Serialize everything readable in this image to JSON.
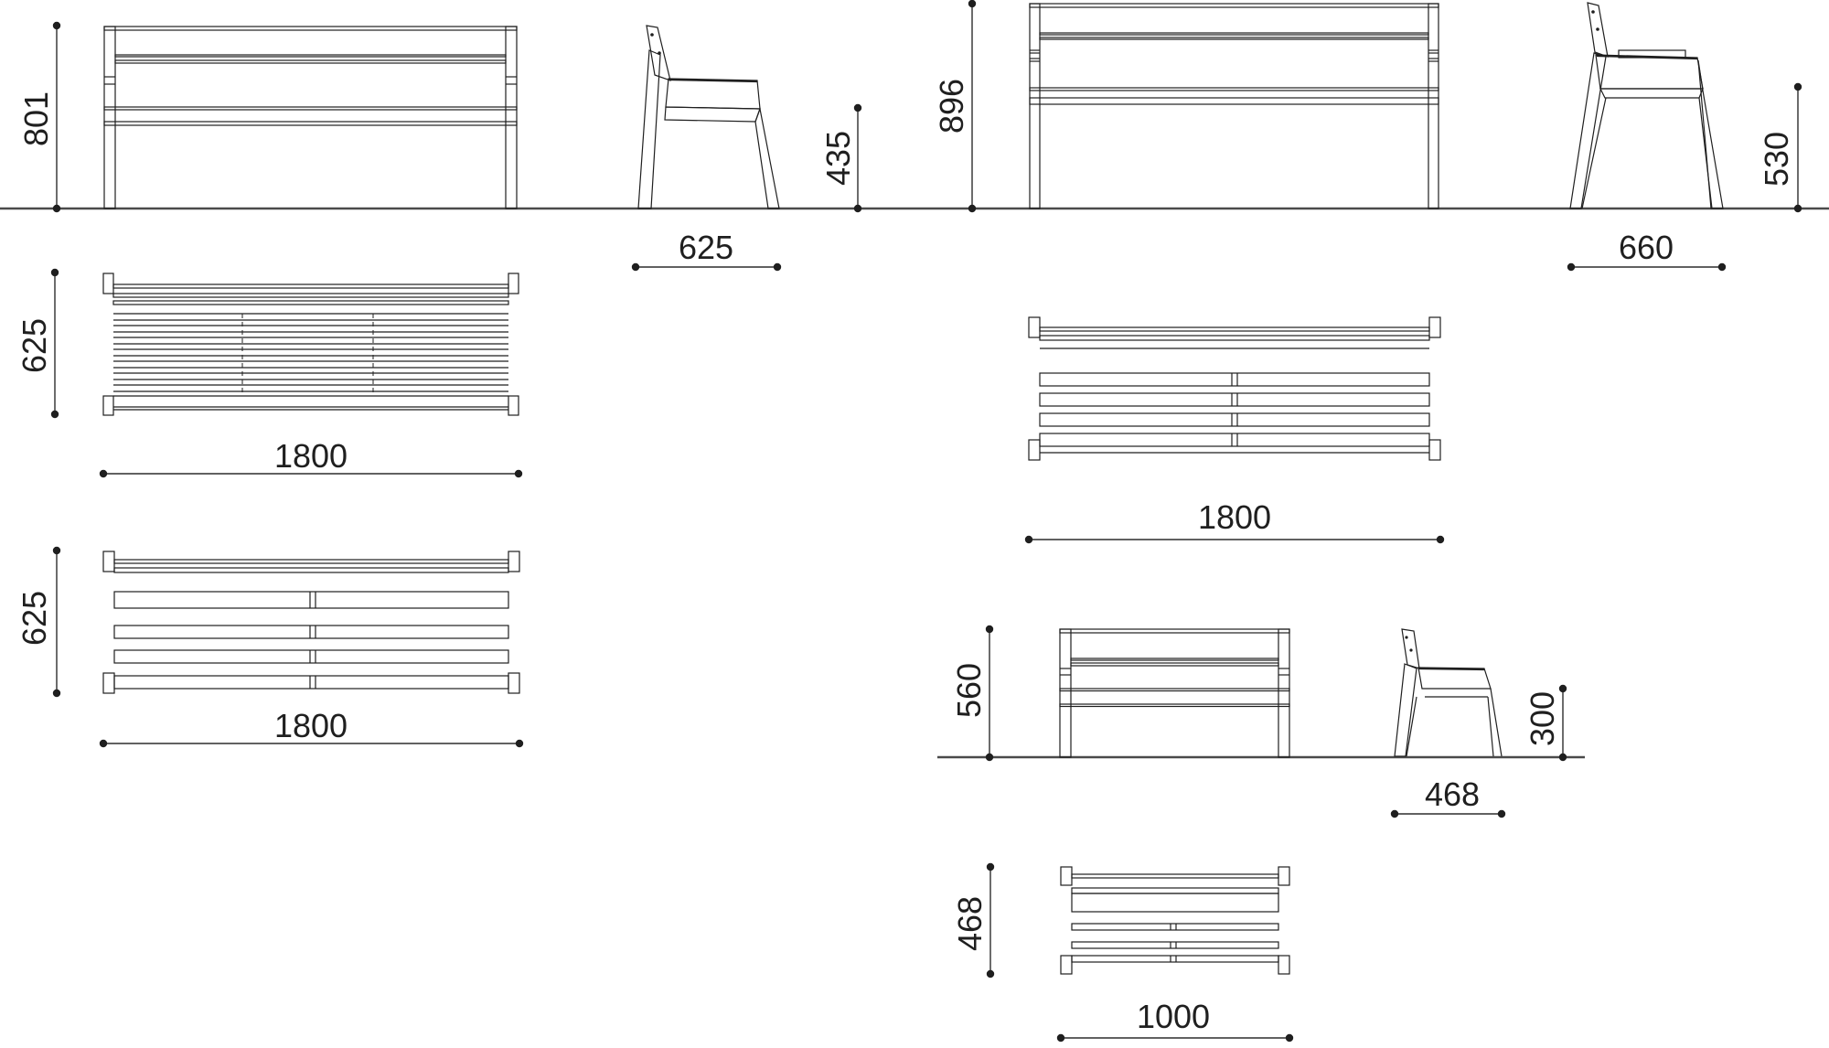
{
  "labels": {
    "bench_a": {
      "height": "801",
      "side_depth": "625",
      "seat_height": "435",
      "plan_slatted_depth": "625",
      "plan_slatted_length": "1800",
      "plan_depth": "625",
      "plan_length": "1800"
    },
    "bench_b": {
      "height": "896",
      "side_depth": "660",
      "seat_height": "530",
      "plan_length": "1800"
    },
    "bench_c": {
      "height": "560",
      "side_depth": "468",
      "seat_height": "300",
      "plan_depth": "468",
      "plan_length": "1000"
    }
  },
  "style": {
    "line_color": "#1f1f1f",
    "dim_color": "#2d2d2d",
    "ground_color": "#4a4a4a",
    "background": "#ffffff"
  }
}
